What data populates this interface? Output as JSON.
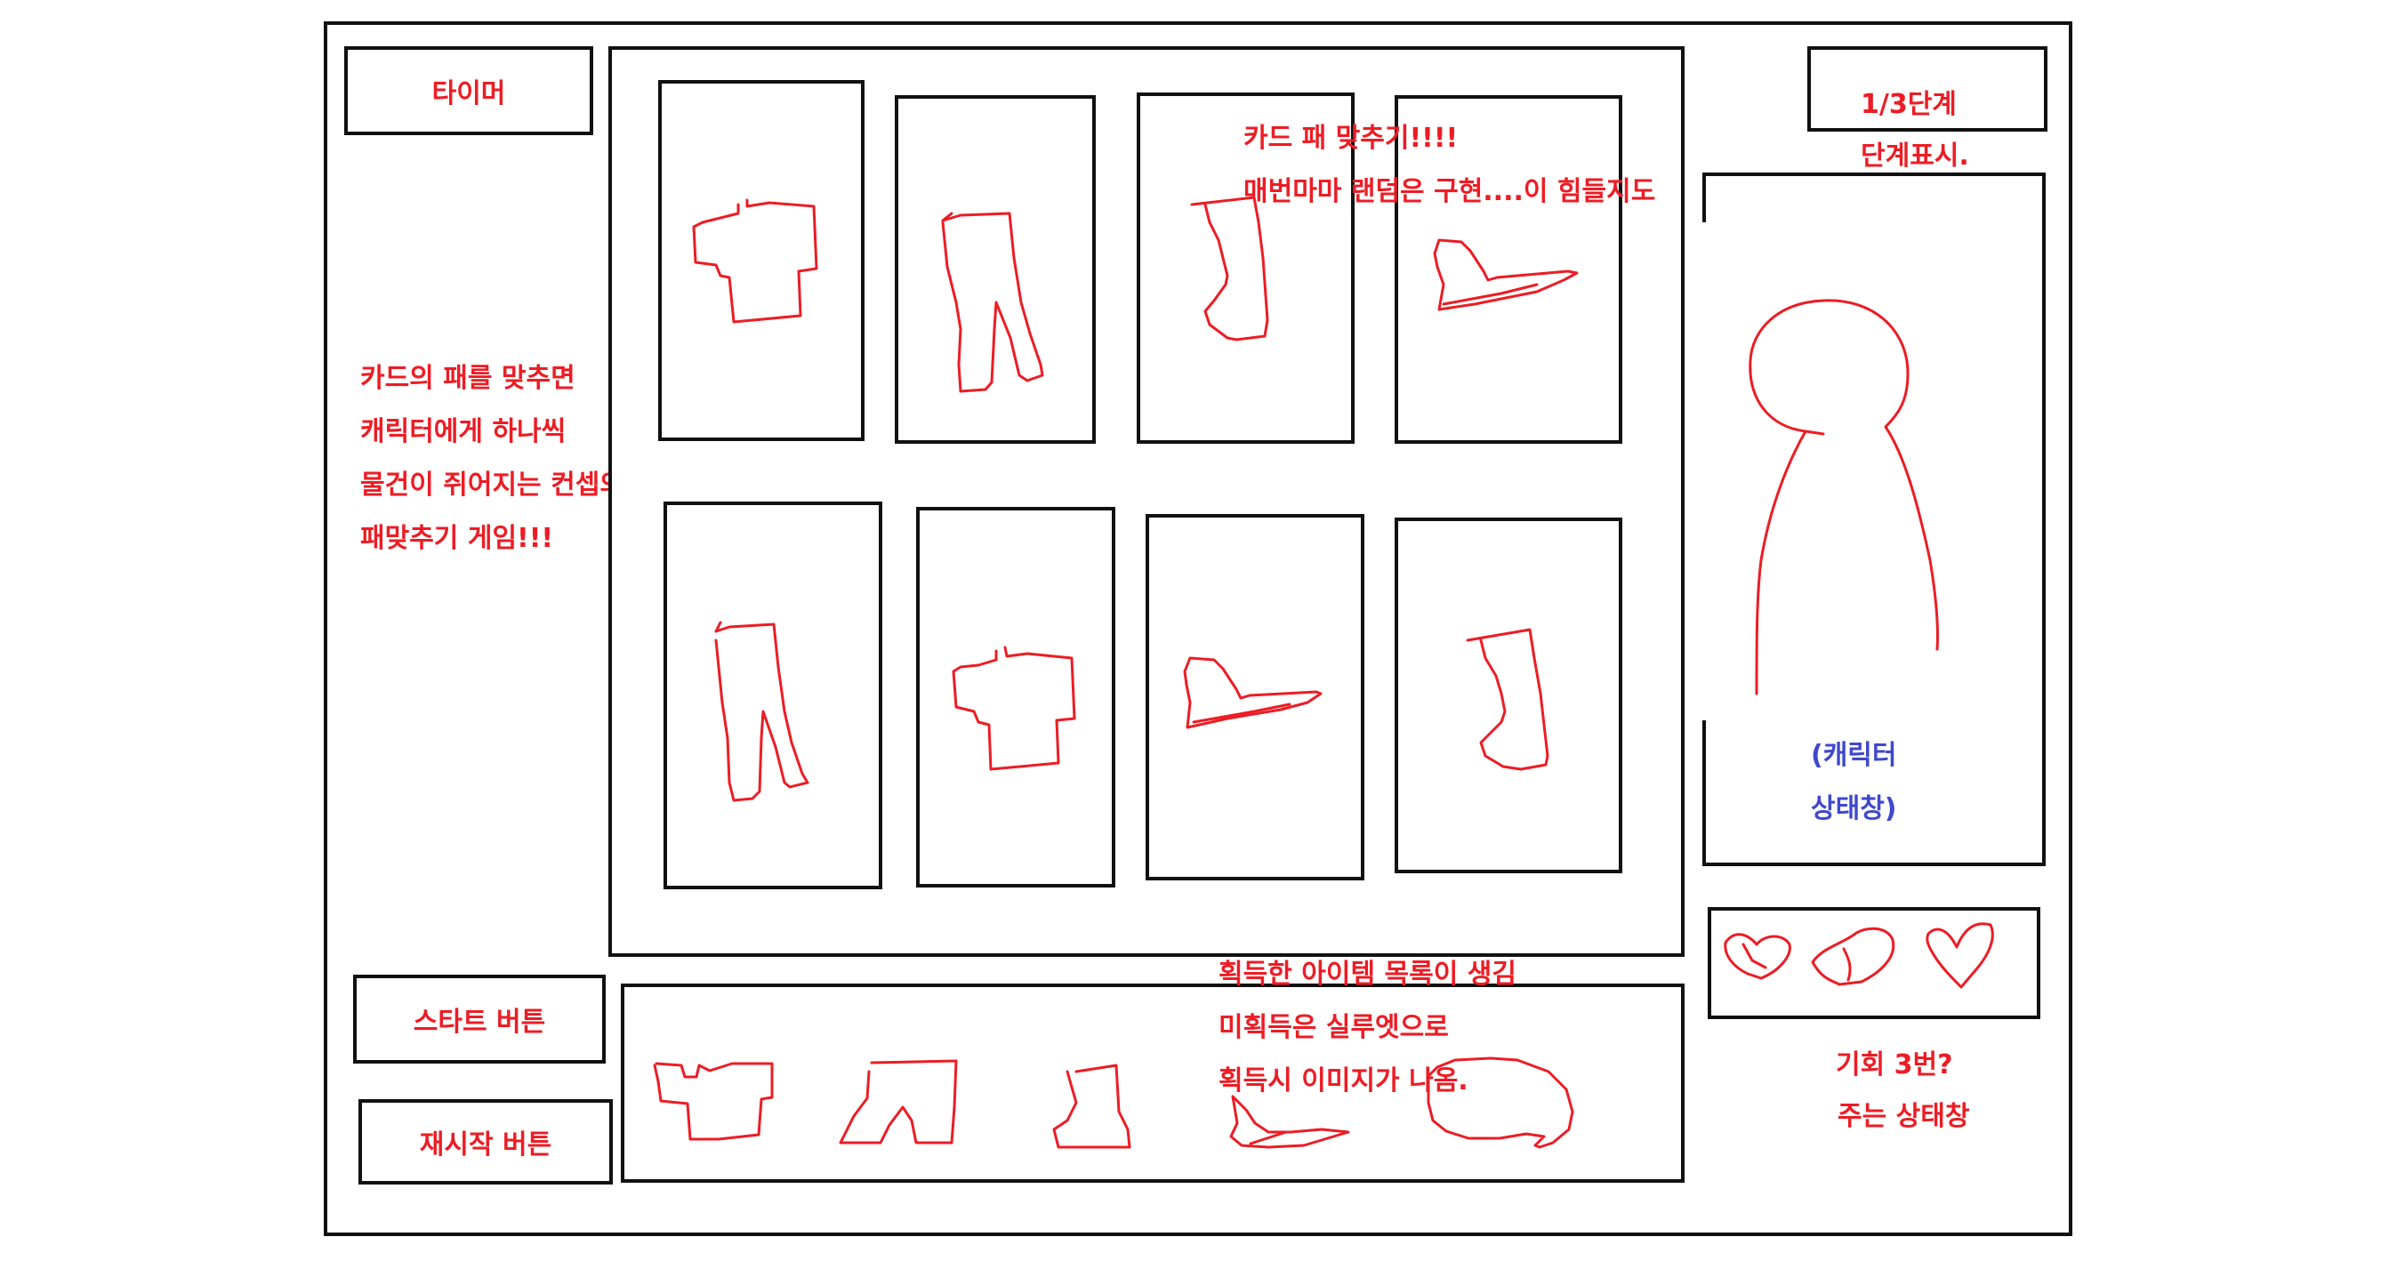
{
  "timer": {
    "label": "타이머"
  },
  "stage": {
    "label": "1/3단계",
    "note": "단계표시."
  },
  "board_note": {
    "line1": "카드 패 맞추기!!!!",
    "line2": "매번마마 랜덤은 구현....이 힘들지도"
  },
  "description": {
    "lines": [
      "카드의 패를 맞추면",
      "캐릭터에게 하나씩",
      "물건이 쥐어지는 컨셉의",
      "패맞추기 게임!!!"
    ]
  },
  "cards": [
    {
      "icon": "shirt-icon"
    },
    {
      "icon": "pants-icon"
    },
    {
      "icon": "sock-icon"
    },
    {
      "icon": "hat-icon"
    },
    {
      "icon": "pants-icon"
    },
    {
      "icon": "shirt-icon"
    },
    {
      "icon": "hat-icon"
    },
    {
      "icon": "sock-icon"
    }
  ],
  "character": {
    "label_line1": "(캐릭터",
    "label_line2": "상태창)"
  },
  "items_note": {
    "line1": "획득한 아이템 목록이 생김",
    "line2": "미획득은 실루엣으로",
    "line3": "획득시 이미지가 나옴."
  },
  "items": [
    {
      "icon": "shirt-icon"
    },
    {
      "icon": "pants-icon"
    },
    {
      "icon": "sock-icon"
    },
    {
      "icon": "hat-icon"
    },
    {
      "icon": "silhouette-icon"
    }
  ],
  "buttons": {
    "start": "스타트 버튼",
    "restart": "재시작 버튼"
  },
  "lives": {
    "icons": [
      "heart-icon",
      "heart-icon",
      "heart-icon"
    ],
    "line1": "기회 3번?",
    "line2": "주는 상태창"
  },
  "colors": {
    "sketch": "#ed1c24",
    "label_blue": "#3f48cc",
    "border": "#111111"
  }
}
